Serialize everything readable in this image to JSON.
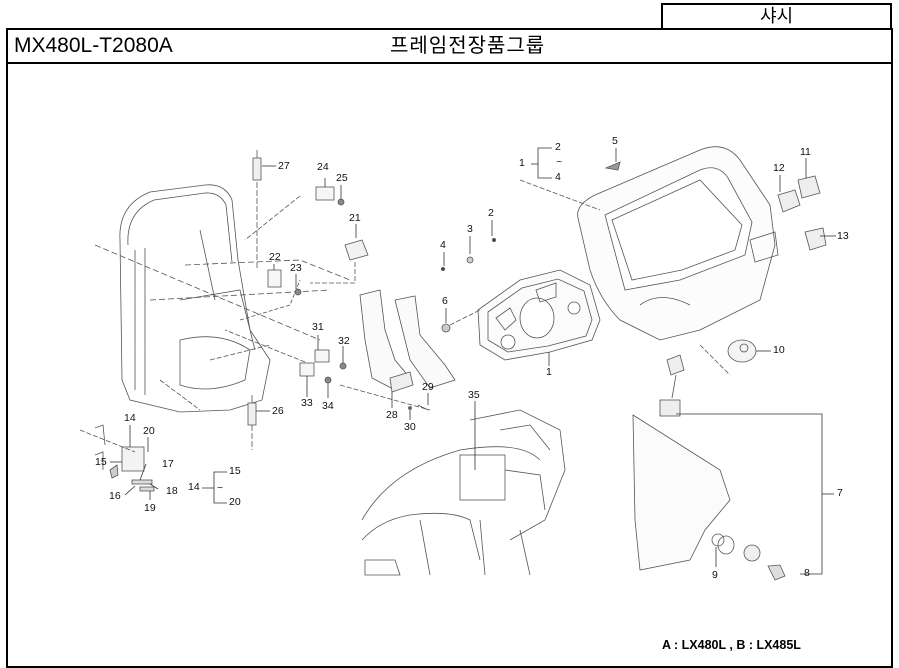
{
  "header": {
    "section_label": "샤시",
    "model_code": "MX480L-T2080A",
    "page_title": "프레임전장품그룹"
  },
  "legend": "A : LX480L , B : LX485L",
  "callouts": [
    {
      "id": "c27",
      "label": "27"
    },
    {
      "id": "c24",
      "label": "24"
    },
    {
      "id": "c25",
      "label": "25"
    },
    {
      "id": "c21",
      "label": "21"
    },
    {
      "id": "c22",
      "label": "22"
    },
    {
      "id": "c23",
      "label": "23"
    },
    {
      "id": "c31",
      "label": "31"
    },
    {
      "id": "c32",
      "label": "32"
    },
    {
      "id": "c33",
      "label": "33"
    },
    {
      "id": "c34",
      "label": "34"
    },
    {
      "id": "c26",
      "label": "26"
    },
    {
      "id": "c28",
      "label": "28"
    },
    {
      "id": "c29",
      "label": "29"
    },
    {
      "id": "c30",
      "label": "30"
    },
    {
      "id": "c35",
      "label": "35"
    },
    {
      "id": "c14a",
      "label": "14"
    },
    {
      "id": "c20a",
      "label": "20"
    },
    {
      "id": "c15a",
      "label": "15"
    },
    {
      "id": "c17",
      "label": "17"
    },
    {
      "id": "c16",
      "label": "16"
    },
    {
      "id": "c18",
      "label": "18"
    },
    {
      "id": "c19",
      "label": "19"
    },
    {
      "id": "c14b",
      "label": "14"
    },
    {
      "id": "c15b",
      "label": "15"
    },
    {
      "id": "c20b",
      "label": "20"
    },
    {
      "id": "c1a",
      "label": "1"
    },
    {
      "id": "c2a",
      "label": "2"
    },
    {
      "id": "c4a",
      "label": "4"
    },
    {
      "id": "c5",
      "label": "5"
    },
    {
      "id": "c2b",
      "label": "2"
    },
    {
      "id": "c3",
      "label": "3"
    },
    {
      "id": "c4b",
      "label": "4"
    },
    {
      "id": "c6",
      "label": "6"
    },
    {
      "id": "c1b",
      "label": "1"
    },
    {
      "id": "c12",
      "label": "12"
    },
    {
      "id": "c11",
      "label": "11"
    },
    {
      "id": "c13",
      "label": "13"
    },
    {
      "id": "c10",
      "label": "10"
    },
    {
      "id": "c7",
      "label": "7"
    },
    {
      "id": "c9",
      "label": "9"
    },
    {
      "id": "c8",
      "label": "8"
    }
  ],
  "range_separator": "~"
}
